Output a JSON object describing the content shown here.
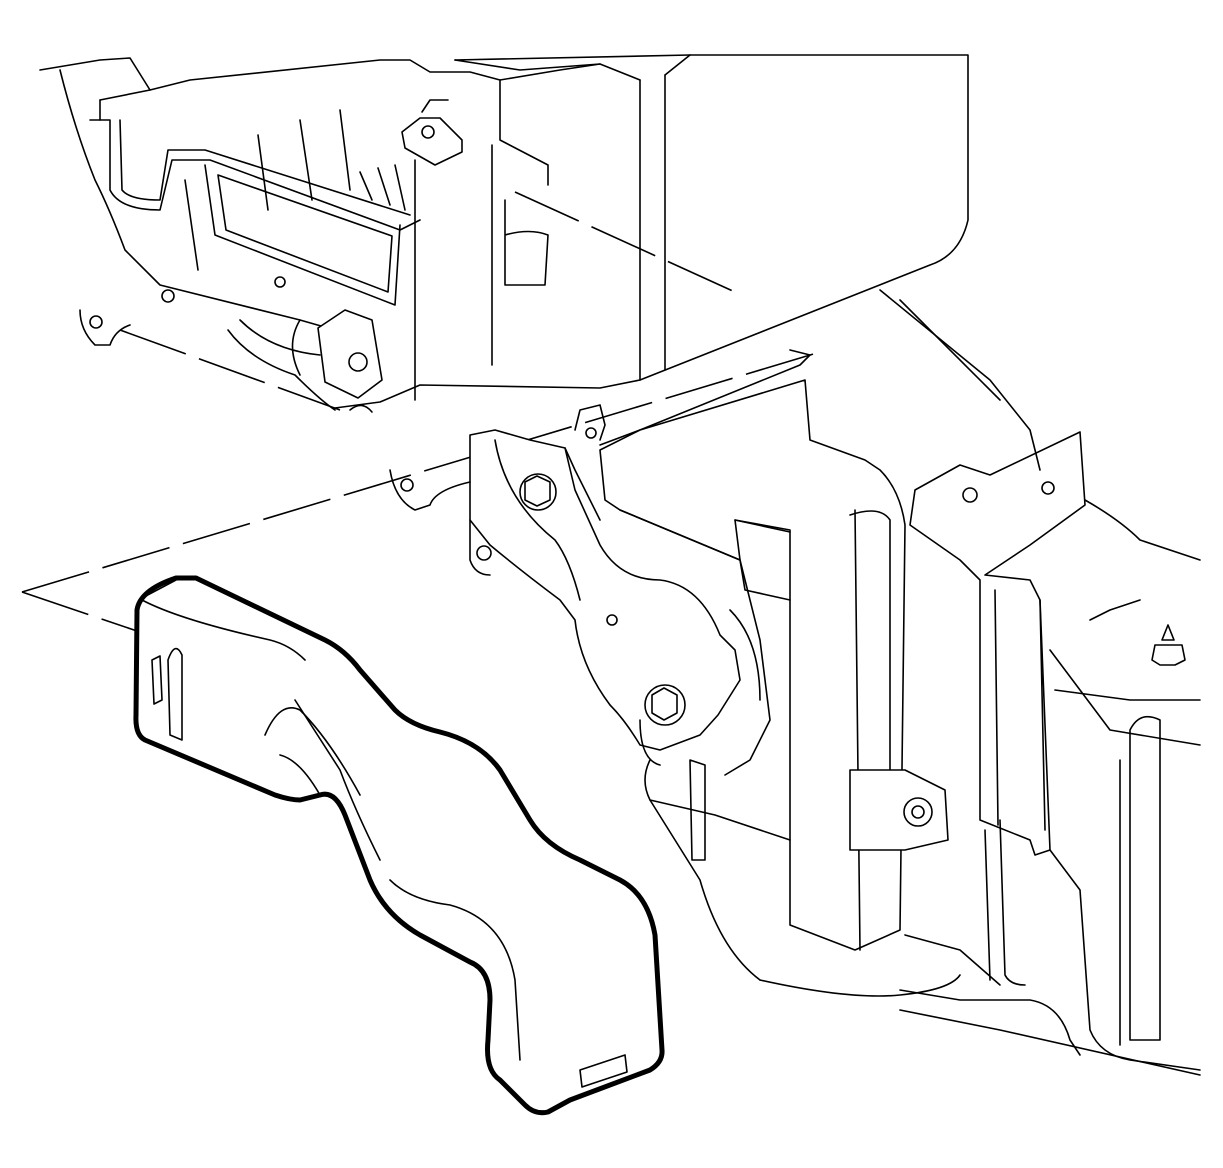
{
  "diagram": {
    "background_color": "#ffffff",
    "line_color": "#000000",
    "parts": [
      {
        "id": "hvac-module-upper",
        "icon": "hvac-case-icon"
      },
      {
        "id": "floor-support-bracket",
        "icon": "bracket-icon"
      },
      {
        "id": "right-side-bracket",
        "icon": "bracket-icon"
      },
      {
        "id": "rear-air-duct",
        "icon": "duct-icon",
        "highlighted": true
      },
      {
        "id": "stud-fastener",
        "icon": "bolt-icon"
      }
    ]
  }
}
